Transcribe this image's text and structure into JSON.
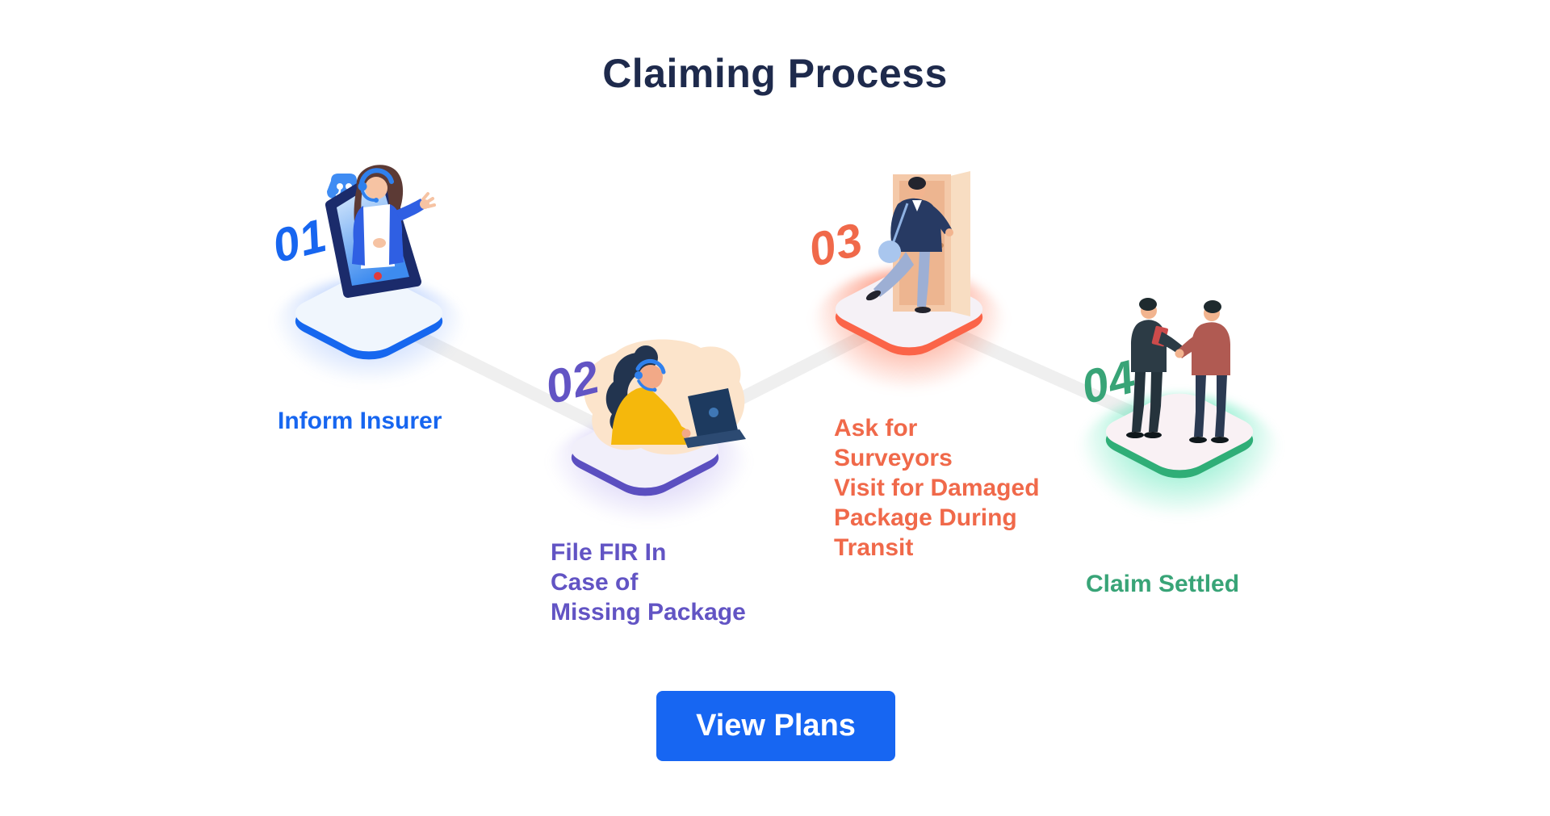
{
  "title": "Claiming Process",
  "steps": [
    {
      "number": "01",
      "label": "Inform Insurer",
      "accent_color": "#1766F0",
      "edge_color": "#1667EF",
      "tile_color": "#F0F6FD",
      "glow_color": "rgba(70,130,246,0.50)",
      "illustration": "support-agent-in-smartphone"
    },
    {
      "number": "02",
      "label": "File FIR In\nCase of\nMissing Package",
      "accent_color": "#6254C4",
      "edge_color": "#5B4FC0",
      "tile_color": "#F1EFFA",
      "glow_color": "rgba(122,101,226,0.45)",
      "illustration": "support-woman-with-laptop"
    },
    {
      "number": "03",
      "label": "Ask for\nSurveyors\nVisit for Damaged\nPackage During\nTransit",
      "accent_color": "#F0694A",
      "edge_color": "#FB6448",
      "tile_color": "#F5F1F6",
      "glow_color": "rgba(252,86,46,0.78)",
      "illustration": "surveyor-arriving-at-door"
    },
    {
      "number": "04",
      "label": "Claim Settled",
      "accent_color": "#38A477",
      "edge_color": "#2FAE77",
      "tile_color": "#F9F1F4",
      "glow_color": "rgba(26,221,156,0.72)",
      "illustration": "handshake-claim-settled"
    }
  ],
  "cta": {
    "label": "View Plans",
    "background_color": "#1766F2",
    "text_color": "#FFFFFF"
  },
  "colors": {
    "title": "#1E2A4C",
    "connector": "#EFEFEF",
    "background": "#FFFFFF"
  }
}
